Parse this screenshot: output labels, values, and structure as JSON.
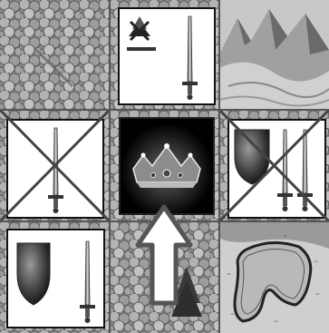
{
  "board": {
    "rows": 3,
    "cols": 3,
    "tiles": [
      {
        "terrain": "forest",
        "card": null
      },
      {
        "terrain": "forest",
        "card": {
          "items": [
            "fort-icon",
            "sword-icon"
          ],
          "crossed": false
        }
      },
      {
        "terrain": "mountains",
        "card": null
      },
      {
        "terrain": "forest",
        "card": {
          "items": [
            "sword-icon"
          ],
          "crossed": true
        }
      },
      {
        "terrain": "forest",
        "card": {
          "items": [
            "crown-icon"
          ],
          "crossed": false,
          "style": "dark"
        }
      },
      {
        "terrain": "forest",
        "card": {
          "items": [
            "shield-icon",
            "sword-icon",
            "sword-icon"
          ],
          "crossed": true
        }
      },
      {
        "terrain": "forest",
        "card": {
          "items": [
            "shield-icon",
            "sword-icon"
          ],
          "crossed": false
        }
      },
      {
        "terrain": "forest",
        "card": null
      },
      {
        "terrain": "lake",
        "card": null
      }
    ]
  },
  "move_arrow": {
    "direction": "up",
    "icon": "arrow-up-icon"
  },
  "colors": {
    "forest_dark": "#4a4a4a",
    "forest_light": "#a8a8a8",
    "card_bg": "#ffffff",
    "cross": "#444444",
    "arrow_fill": "#ffffff",
    "arrow_stroke": "#555555"
  }
}
